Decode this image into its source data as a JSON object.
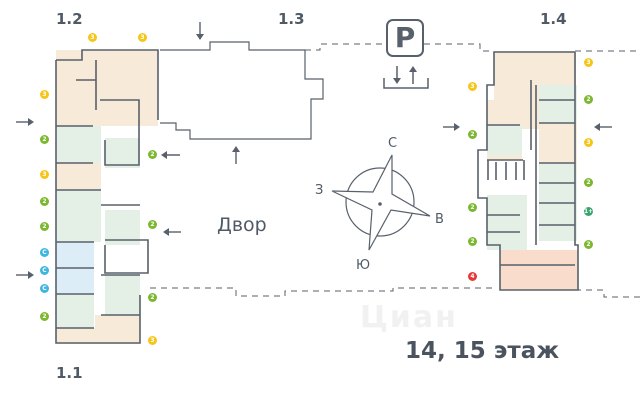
{
  "title": "14, 15 этаж",
  "yard_label": "Двор",
  "watermark": "Циан",
  "sections": [
    {
      "id": "section-1-1",
      "label": "1.1"
    },
    {
      "id": "section-1-2",
      "label": "1.2"
    },
    {
      "id": "section-1-3",
      "label": "1.3"
    },
    {
      "id": "section-1-4",
      "label": "1.4"
    }
  ],
  "parking": {
    "label": "P"
  },
  "compass": {
    "north": "С",
    "south": "Ю",
    "east": "В",
    "west": "З"
  },
  "colors": {
    "walls": "#58616b",
    "three_room": "#f5c518",
    "two_room": "#7cb82f",
    "studio": "#3fb6e0",
    "four_room": "#e53935",
    "one_plus": "#3aa36b",
    "fill_beige": "#f8ead8",
    "fill_green": "#e4efe6",
    "fill_blue": "#dcedf8",
    "fill_peach": "#f9dccb"
  },
  "badges_left": [
    {
      "rooms": "3",
      "type": "three_room"
    },
    {
      "rooms": "3",
      "type": "three_room"
    },
    {
      "rooms": "3",
      "type": "three_room"
    },
    {
      "rooms": "2",
      "type": "two_room"
    },
    {
      "rooms": "3",
      "type": "three_room"
    },
    {
      "rooms": "2",
      "type": "two_room"
    },
    {
      "rooms": "2",
      "type": "two_room"
    },
    {
      "rooms": "2",
      "type": "two_room"
    },
    {
      "rooms": "C",
      "type": "studio"
    },
    {
      "rooms": "C",
      "type": "studio"
    },
    {
      "rooms": "C",
      "type": "studio"
    },
    {
      "rooms": "2",
      "type": "two_room"
    },
    {
      "rooms": "2",
      "type": "two_room"
    },
    {
      "rooms": "2",
      "type": "two_room"
    },
    {
      "rooms": "3",
      "type": "three_room"
    }
  ],
  "badges_right": [
    {
      "rooms": "3",
      "type": "three_room"
    },
    {
      "rooms": "3",
      "type": "three_room"
    },
    {
      "rooms": "2",
      "type": "two_room"
    },
    {
      "rooms": "2",
      "type": "two_room"
    },
    {
      "rooms": "3",
      "type": "three_room"
    },
    {
      "rooms": "2",
      "type": "two_room"
    },
    {
      "rooms": "2",
      "type": "two_room"
    },
    {
      "rooms": "1+",
      "type": "one_plus"
    },
    {
      "rooms": "2",
      "type": "two_room"
    },
    {
      "rooms": "2",
      "type": "two_room"
    },
    {
      "rooms": "4",
      "type": "four_room"
    }
  ]
}
